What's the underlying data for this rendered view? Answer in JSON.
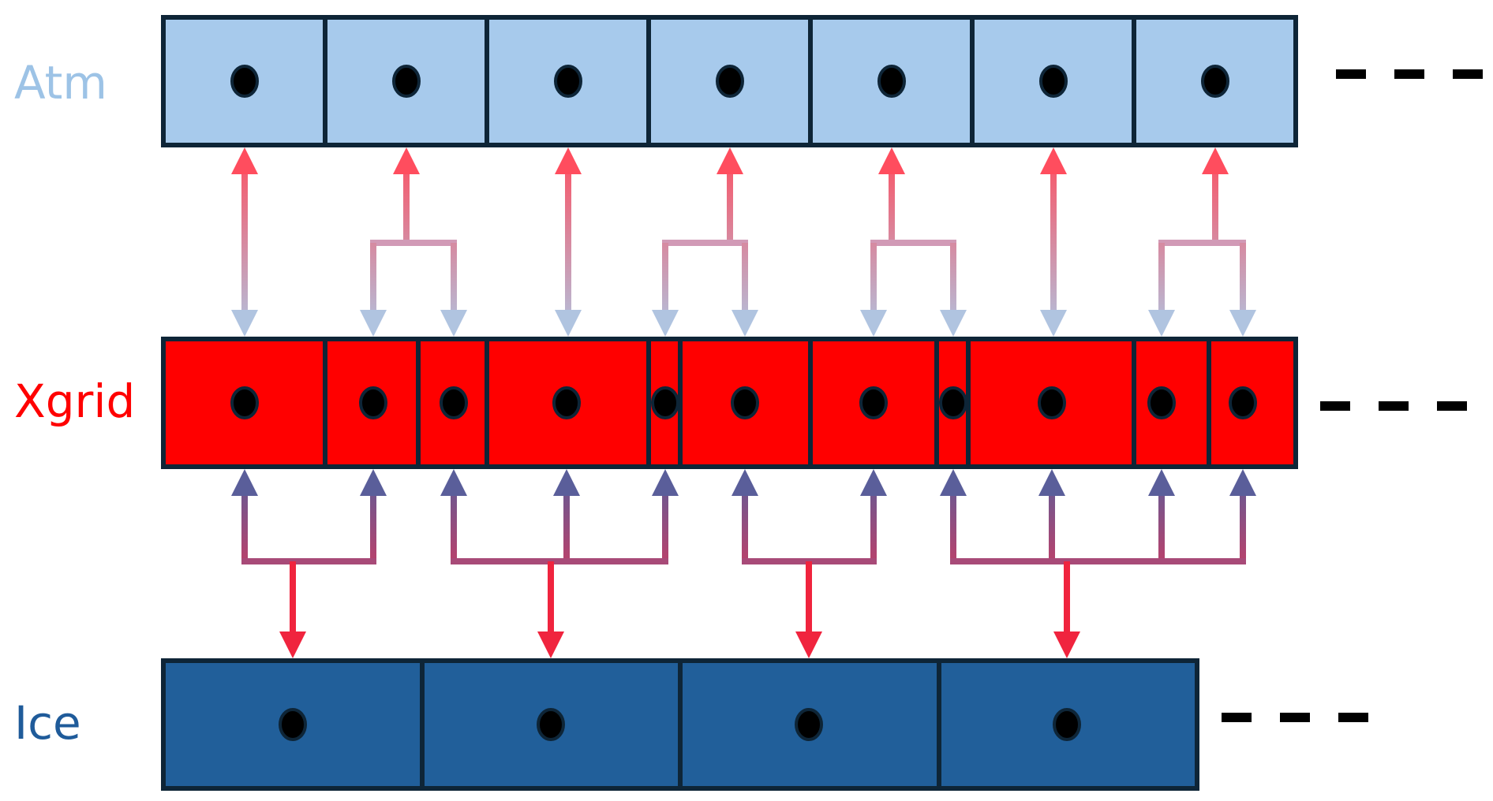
{
  "rows": [
    {
      "id": "atm",
      "label": "Atm",
      "label_color": "#9DC3E6",
      "fill": "#A7CAEC"
    },
    {
      "id": "xgrid",
      "label": "Xgrid",
      "label_color": "#FF0000",
      "fill": "#FF0000"
    },
    {
      "id": "ice",
      "label": "Ice",
      "label_color": "#1F5B9A",
      "fill": "#215F9A"
    }
  ],
  "colors": {
    "border": "#0E2537",
    "dot": "#000000",
    "ellipsis": "#000000",
    "arrow_atm_end": "#FF4D5E",
    "arrow_atm_start": "#B0C4E0",
    "arrow_ice_end": "#F0243E",
    "arrow_ice_start": "#5A5E9A"
  },
  "cells": {
    "atm": 7,
    "xgrid": 11,
    "ice": 4
  },
  "xgrid_to_atm": [
    0,
    1,
    1,
    2,
    3,
    3,
    4,
    4,
    5,
    6,
    6
  ],
  "xgrid_to_ice": [
    0,
    0,
    1,
    1,
    1,
    2,
    2,
    3,
    3,
    3,
    3
  ]
}
